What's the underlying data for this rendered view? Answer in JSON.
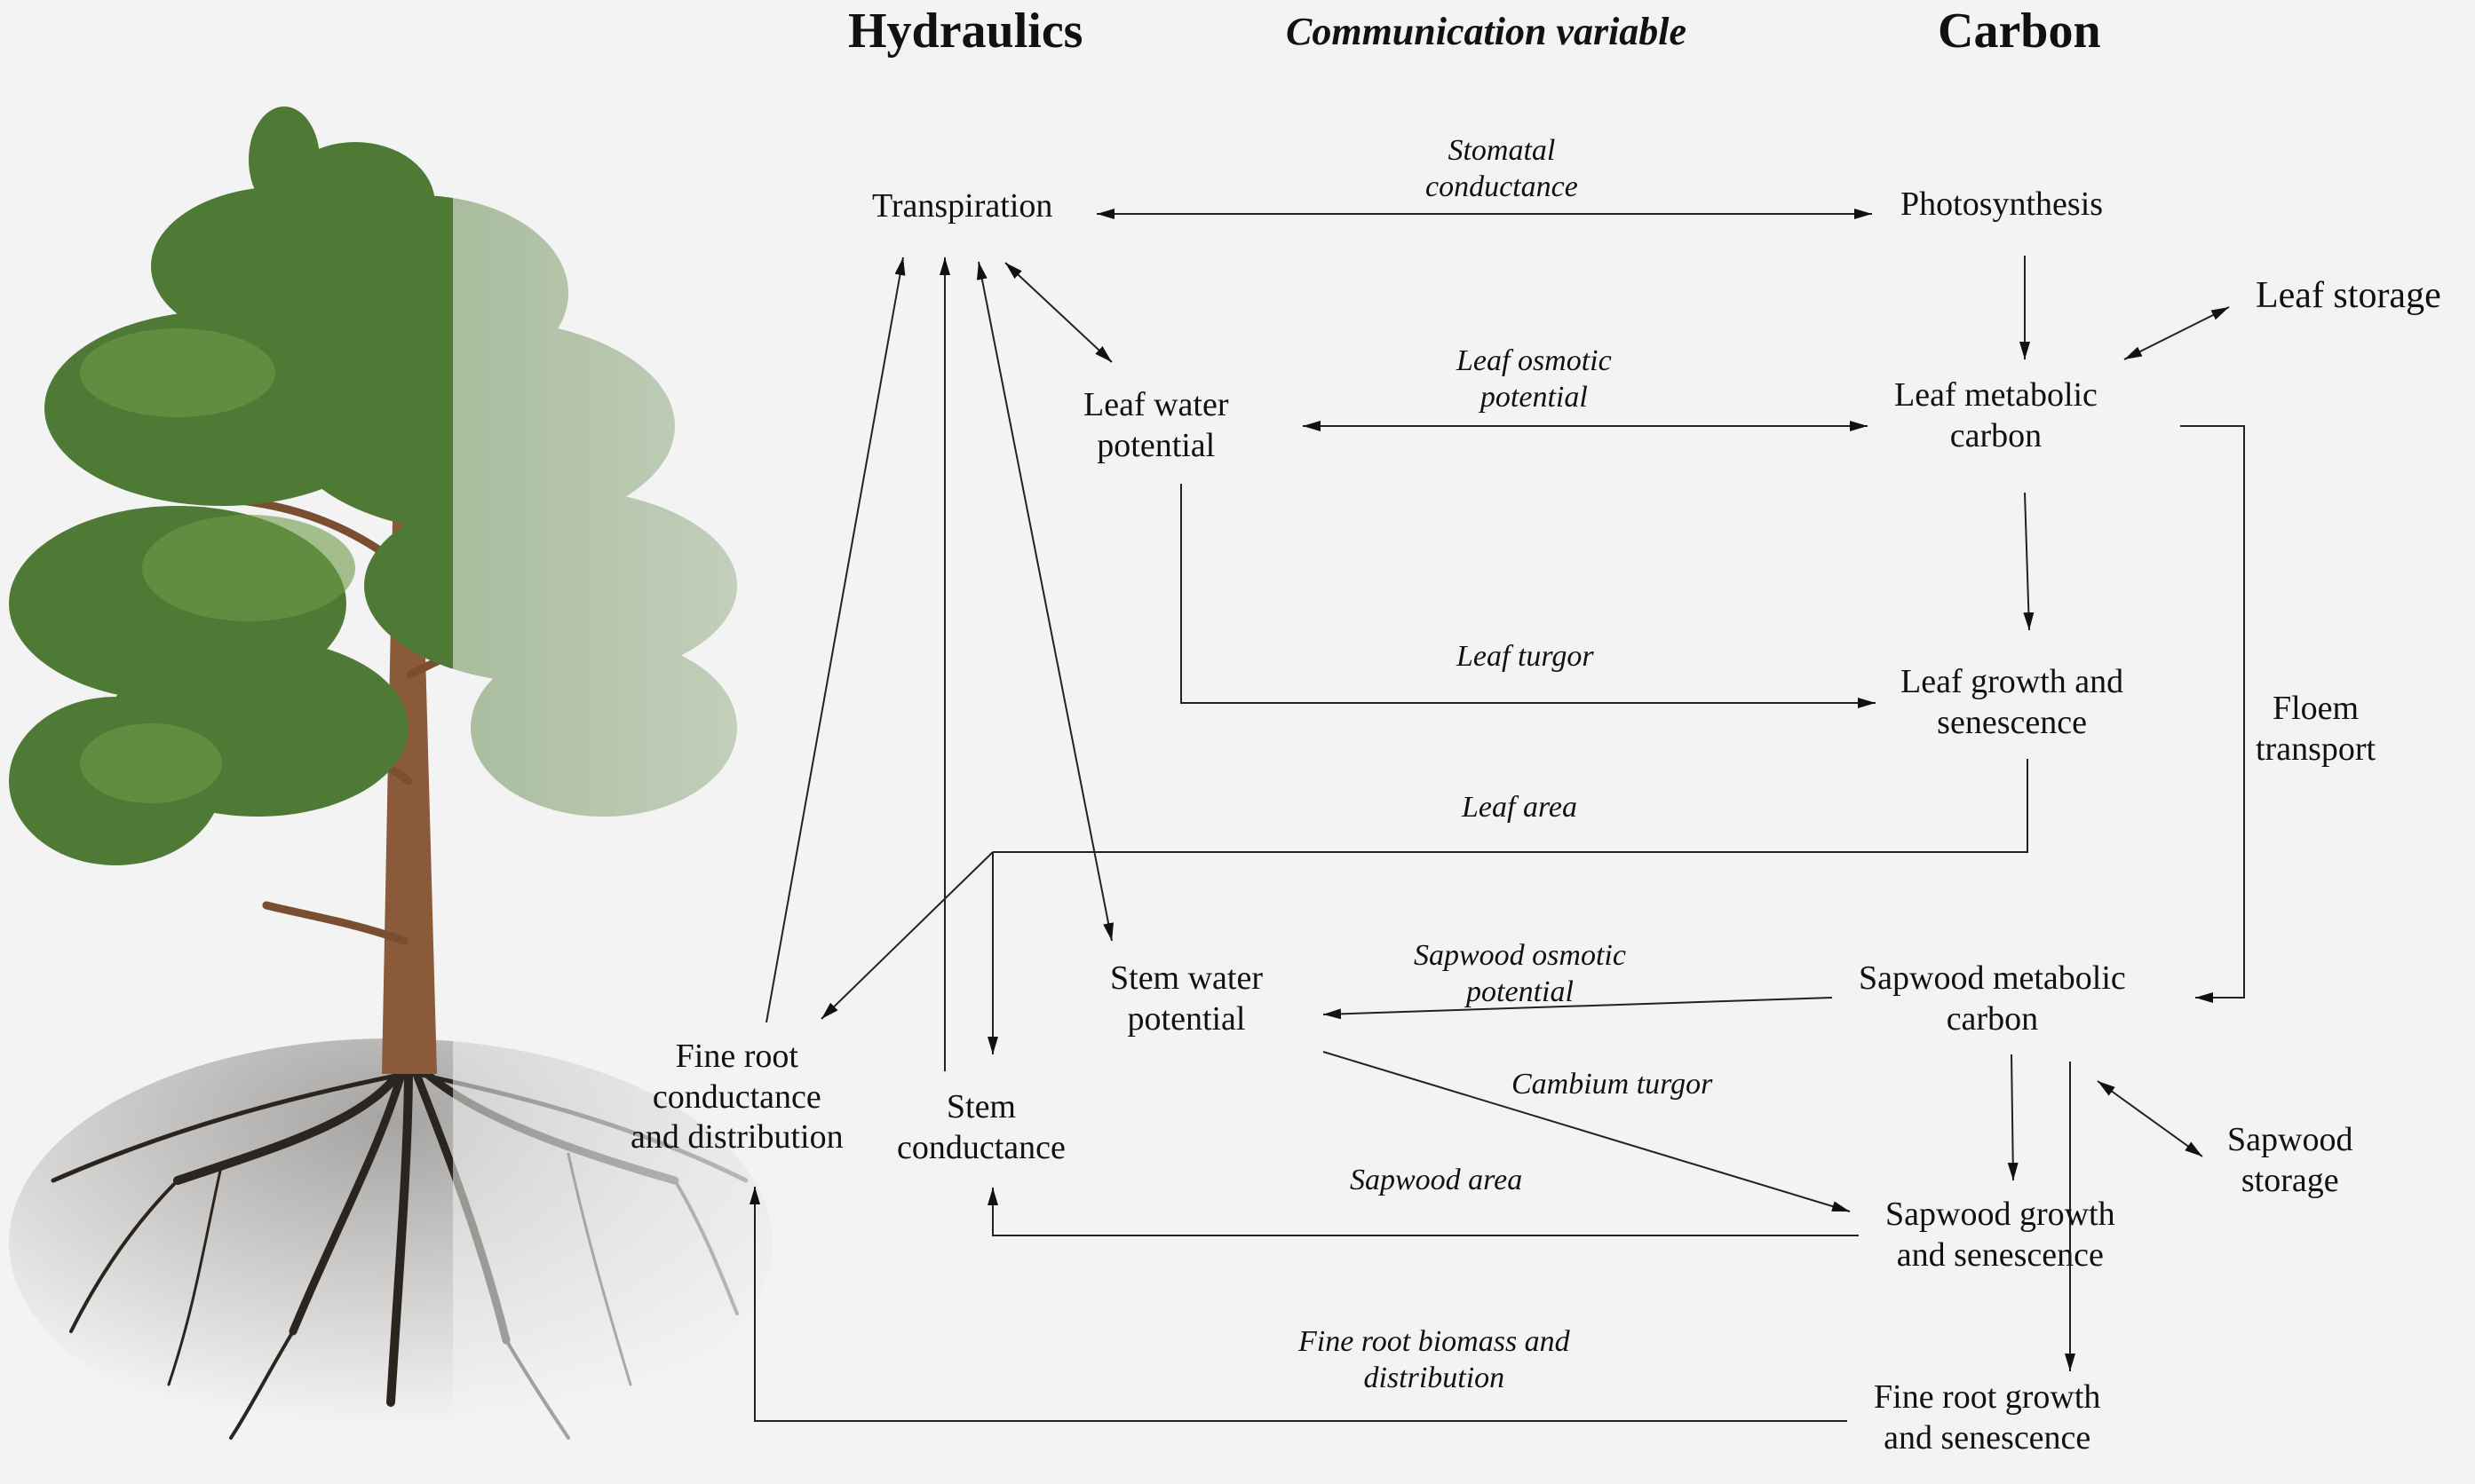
{
  "headers": {
    "hydraulics": "Hydraulics",
    "communication": "Communication variable",
    "carbon": "Carbon"
  },
  "nodes": {
    "transpiration": "Transpiration",
    "photosynthesis": "Photosynthesis",
    "leaf_storage": "Leaf storage",
    "leaf_water_potential": [
      "Leaf water",
      "potential"
    ],
    "leaf_metabolic_carbon": [
      "Leaf metabolic",
      "carbon"
    ],
    "leaf_growth": [
      "Leaf growth and",
      "senescence"
    ],
    "floem_transport": [
      "Floem",
      "transport"
    ],
    "stem_water_potential": [
      "Stem water",
      "potential"
    ],
    "sapwood_metabolic_carbon": [
      "Sapwood metabolic",
      "carbon"
    ],
    "fine_root_conductance": [
      "Fine root",
      "conductance",
      "and distribution"
    ],
    "stem_conductance": [
      "Stem",
      "conductance"
    ],
    "sapwood_storage": [
      "Sapwood",
      "storage"
    ],
    "sapwood_growth": [
      "Sapwood growth",
      "and senescence"
    ],
    "fine_root_growth": [
      "Fine root growth",
      "and senescence"
    ]
  },
  "variables": {
    "stomatal_conductance": [
      "Stomatal",
      "conductance"
    ],
    "leaf_osmotic_potential": [
      "Leaf osmotic",
      "potential"
    ],
    "leaf_turgor": "Leaf turgor",
    "leaf_area": "Leaf area",
    "sapwood_osmotic_potential": [
      "Sapwood osmotic",
      "potential"
    ],
    "cambium_turgor": "Cambium turgor",
    "sapwood_area": "Sapwood area",
    "fine_root_biomass": [
      "Fine root biomass and",
      "distribution"
    ]
  },
  "illustration": {
    "subject": "pine-tree-with-roots-half-faded",
    "colors": {
      "foliage": "#4f7a35",
      "trunk": "#8a5a3a",
      "roots": "#2b2520"
    }
  }
}
